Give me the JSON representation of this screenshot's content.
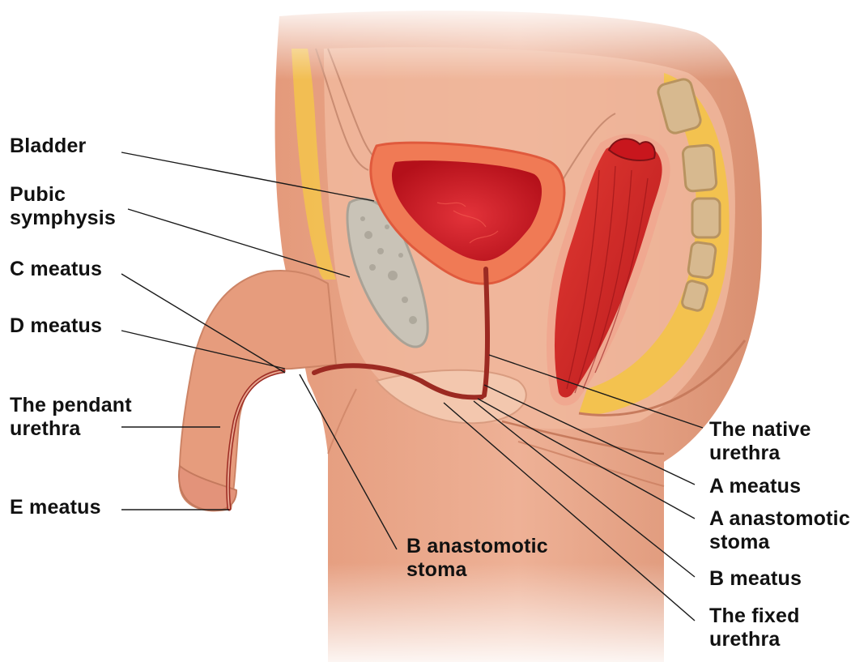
{
  "labels": {
    "bladder": "Bladder",
    "pubic_symphysis": "Pubic\nsymphysis",
    "c_meatus": "C meatus",
    "d_meatus": "D meatus",
    "pendant_urethra": "The pendant\nurethra",
    "e_meatus": "E meatus",
    "b_anastomotic_stoma": "B anastomotic\nstoma",
    "native_urethra": "The native\nurethra",
    "a_meatus": "A meatus",
    "a_anastomotic_stoma": "A anastomotic\nstoma",
    "b_meatus": "B meatus",
    "fixed_urethra": "The fixed\nurethra"
  },
  "colors": {
    "skin": "#e9a283",
    "skin_light": "#f3c7ae",
    "fat_yellow": "#f3c24f",
    "bladder_wall": "#f07a55",
    "bladder_lumen": "#c8161d",
    "rectum": "#d42a24",
    "bone": "#c9c3b7",
    "vertebra": "#d7b98f",
    "urethra": "#9c2a22",
    "leader_line": "#1a1a1a"
  }
}
